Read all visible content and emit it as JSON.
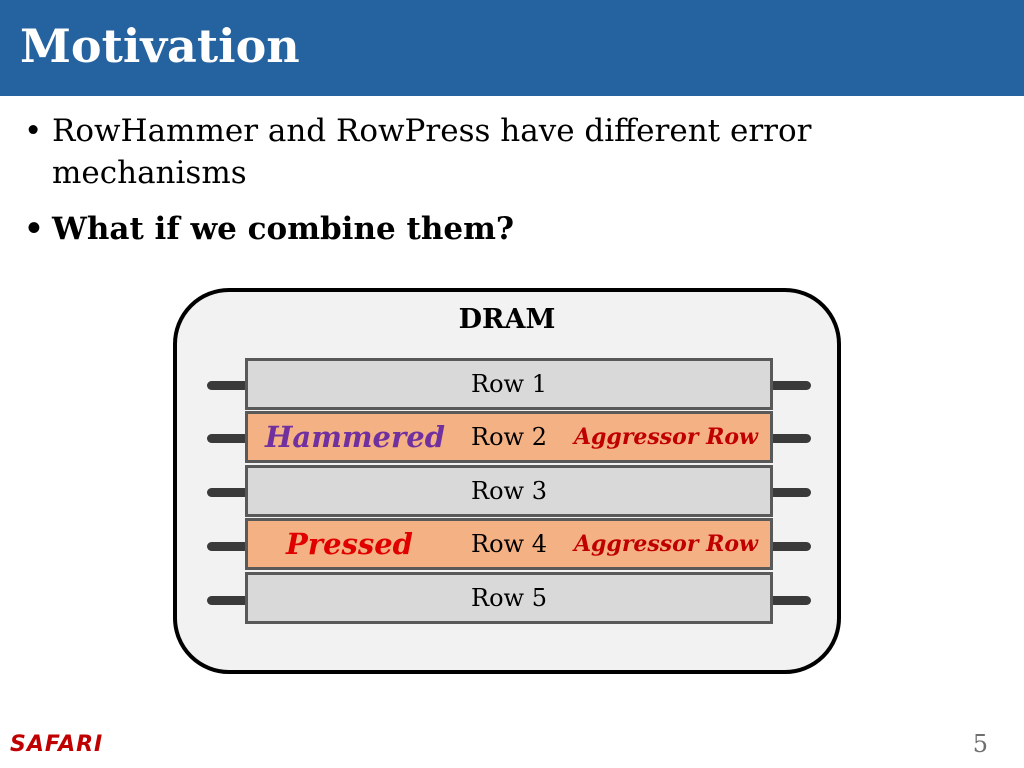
{
  "slide": {
    "title": "Motivation",
    "bullets": [
      {
        "text": "RowHammer and RowPress have different error mechanisms",
        "bold": false
      },
      {
        "text": "What if we combine them?",
        "bold": true
      }
    ],
    "bullet_glyph": "•",
    "page_number": "5",
    "logo_text": "SAFARI"
  },
  "diagram": {
    "label": "DRAM",
    "rows": [
      {
        "label": "Row 1",
        "role": "victim"
      },
      {
        "label": "Row 2",
        "role": "aggressor",
        "left_tag": "Hammered",
        "right_tag": "Aggressor Row"
      },
      {
        "label": "Row 3",
        "role": "victim"
      },
      {
        "label": "Row 4",
        "role": "aggressor",
        "left_tag": "Pressed",
        "right_tag": "Aggressor Row"
      },
      {
        "label": "Row 5",
        "role": "victim"
      }
    ]
  },
  "colors": {
    "title_bar": "#2563a0",
    "row_fill": "#d9d9d9",
    "aggressor_fill": "#f4b183",
    "hammered_text": "#7030a0",
    "pressed_text": "#e00000",
    "aggressor_text": "#c00000",
    "logo": "#c00000",
    "page_number": "#6e6e6e"
  }
}
